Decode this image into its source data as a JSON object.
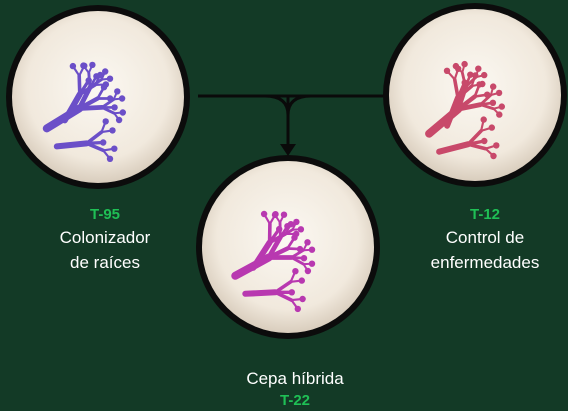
{
  "strains": {
    "left": {
      "code": "T-95",
      "line1": "Colonizador",
      "line2": "de raíces",
      "color": "#6b4fc8"
    },
    "right": {
      "code": "T-12",
      "line1": "Control de",
      "line2": "enfermedades",
      "color": "#c8496a"
    },
    "center": {
      "code": "T-22",
      "name": "Cepa híbrida",
      "color": "#b838b0"
    }
  },
  "colors": {
    "background": "#133a26",
    "code_green": "#1fbf55",
    "dish_fill": "#f5efe6",
    "connector": "#0a0a0a"
  }
}
